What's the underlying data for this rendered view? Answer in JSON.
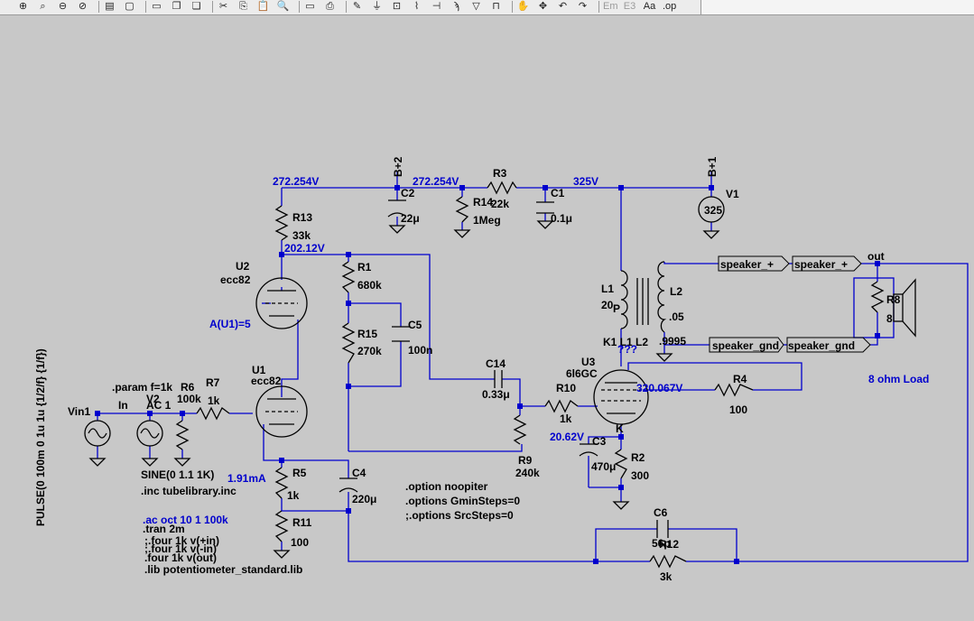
{
  "toolbar": {
    "buttons": [
      {
        "name": "zoom-in",
        "glyph": "⊕"
      },
      {
        "name": "zoom-area",
        "glyph": "⌕"
      },
      {
        "name": "zoom-out",
        "glyph": "⊖"
      },
      {
        "name": "zoom-cancel",
        "glyph": "⊘"
      },
      {
        "name": "plot",
        "glyph": "▤"
      },
      {
        "name": "plot-blank",
        "glyph": "▢"
      },
      {
        "name": "tile-horizontal",
        "glyph": "▭"
      },
      {
        "name": "cascade",
        "glyph": "❐"
      },
      {
        "name": "close-window",
        "glyph": "❏"
      },
      {
        "name": "cut",
        "glyph": "✂"
      },
      {
        "name": "copy",
        "glyph": "⎘"
      },
      {
        "name": "paste",
        "glyph": "📋"
      },
      {
        "name": "find",
        "glyph": "🔍"
      },
      {
        "name": "print-setup",
        "glyph": "▭"
      },
      {
        "name": "print",
        "glyph": "⎙"
      },
      {
        "name": "wire",
        "glyph": "✎"
      },
      {
        "name": "ground",
        "glyph": "⏚"
      },
      {
        "name": "net-label",
        "glyph": "⊡"
      },
      {
        "name": "resistor",
        "glyph": "⌇"
      },
      {
        "name": "capacitor",
        "glyph": "⊣"
      },
      {
        "name": "inductor",
        "glyph": "ϡ"
      },
      {
        "name": "diode",
        "glyph": "▽"
      },
      {
        "name": "component",
        "glyph": "⊓"
      },
      {
        "name": "move",
        "glyph": "✋"
      },
      {
        "name": "drag",
        "glyph": "✥"
      },
      {
        "name": "undo",
        "glyph": "↶"
      },
      {
        "name": "redo",
        "glyph": "↷"
      },
      {
        "name": "rotate",
        "glyph": "Em"
      },
      {
        "name": "mirror",
        "glyph": "E3"
      },
      {
        "name": "text",
        "glyph": "Aa"
      },
      {
        "name": "spice-directive",
        "glyph": ".op"
      }
    ]
  },
  "schematic": {
    "colors": {
      "wire": "#0000cd",
      "label": "#000000",
      "node": "#0000cd",
      "background": "#c8c8c8"
    },
    "nodes_voltage": {
      "n272a": "272.254V",
      "n272b": "272.254V",
      "n325": "325V",
      "n202": "202.12V",
      "n320": "320.067V",
      "n20": "20.62V",
      "i191": "1.91mA"
    },
    "power_flags": {
      "bplus2": "B+2",
      "bplus1": "B+1"
    },
    "components": {
      "R13": {
        "ref": "R13",
        "value": "33k"
      },
      "C2": {
        "ref": "C2",
        "value": "22μ"
      },
      "R3": {
        "ref": "R3",
        "value": "22k"
      },
      "R14": {
        "ref": "R14",
        "value": "1Meg"
      },
      "C1": {
        "ref": "C1",
        "value": "0.1μ"
      },
      "V1": {
        "ref": "V1",
        "value": "325"
      },
      "U2": {
        "ref": "U2",
        "value": "ecc82"
      },
      "U1": {
        "ref": "U1",
        "value": "ecc82"
      },
      "U3": {
        "ref": "U3",
        "value": "6l6GC"
      },
      "R1": {
        "ref": "R1",
        "value": "680k"
      },
      "R15": {
        "ref": "R15",
        "value": "270k"
      },
      "C5": {
        "ref": "C5",
        "value": "100n"
      },
      "C14": {
        "ref": "C14",
        "value": "0.33μ"
      },
      "R10": {
        "ref": "R10",
        "value": "1k"
      },
      "R9": {
        "ref": "R9",
        "value": "240k"
      },
      "L1": {
        "ref": "L1",
        "value": "20"
      },
      "L2": {
        "ref": "L2",
        "value": ".05"
      },
      "K1": {
        "ref": "K1 L1 L2",
        "value": ".9995"
      },
      "R4": {
        "ref": "R4",
        "value": "100"
      },
      "R8": {
        "ref": "R8",
        "value": "8"
      },
      "C3": {
        "ref": "C3",
        "value": "470μ"
      },
      "R2": {
        "ref": "R2",
        "value": "300"
      },
      "R5": {
        "ref": "R5",
        "value": "1k"
      },
      "C4": {
        "ref": "C4",
        "value": "220μ"
      },
      "R11": {
        "ref": "R11",
        "value": "100"
      },
      "C6": {
        "ref": "C6",
        "value": "56p"
      },
      "R12": {
        "ref": "R12",
        "value": "3k"
      },
      "R7": {
        "ref": "R7",
        "value": "1k"
      },
      "R6": {
        "ref": "R6",
        "value": "100k"
      },
      "V2": {
        "ref": "V2",
        "value": "AC 1"
      },
      "Vin1": {
        "ref": "Vin1",
        "value": "SINE(0 1.1 1K)"
      }
    },
    "net_labels": {
      "spk_plus_1": "speaker_+",
      "spk_plus_2": "speaker_+",
      "spk_gnd_1": "speaker_gnd",
      "spk_gnd_2": "speaker_gnd",
      "out": "out",
      "in": "In"
    },
    "annotations": {
      "gain": "A(U1)=5",
      "load": "8  ohm Load",
      "pulse": "PULSE(0 100m 0 1u 1u {1/2/f} {1/f})",
      "param": ".param f=1k",
      "inc": ".inc tubelibrary.inc",
      "ac": ".ac oct 10 1 100k",
      "tran": ".tran 2m",
      "four1": ";.four 1k v(+in)",
      "four2": ";.four 1k v(-in)",
      "four3": ".four 1k v(out)",
      "lib": ".lib potentiometer_standard.lib",
      "opt1": ".option noopiter",
      "opt2": ".options GminSteps=0",
      "opt3": ";.options SrcSteps=0",
      "pin_p": "P",
      "pin_k": "K",
      "qmarks": "???"
    }
  }
}
